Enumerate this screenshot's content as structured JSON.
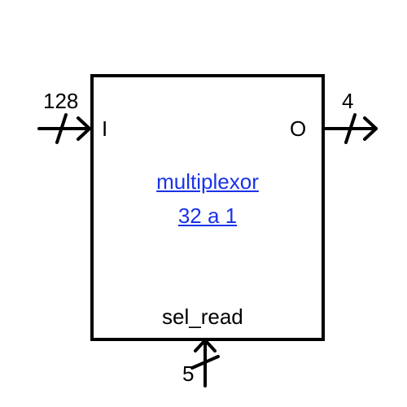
{
  "block": {
    "name_line1": "multiplexor",
    "name_line2": "32 a 1",
    "link_color": "#1a33e6"
  },
  "ports": {
    "input_label": "I",
    "output_label": "O",
    "select_label": "sel_read"
  },
  "bus_widths": {
    "input": "128",
    "output": "4",
    "select": "5"
  }
}
